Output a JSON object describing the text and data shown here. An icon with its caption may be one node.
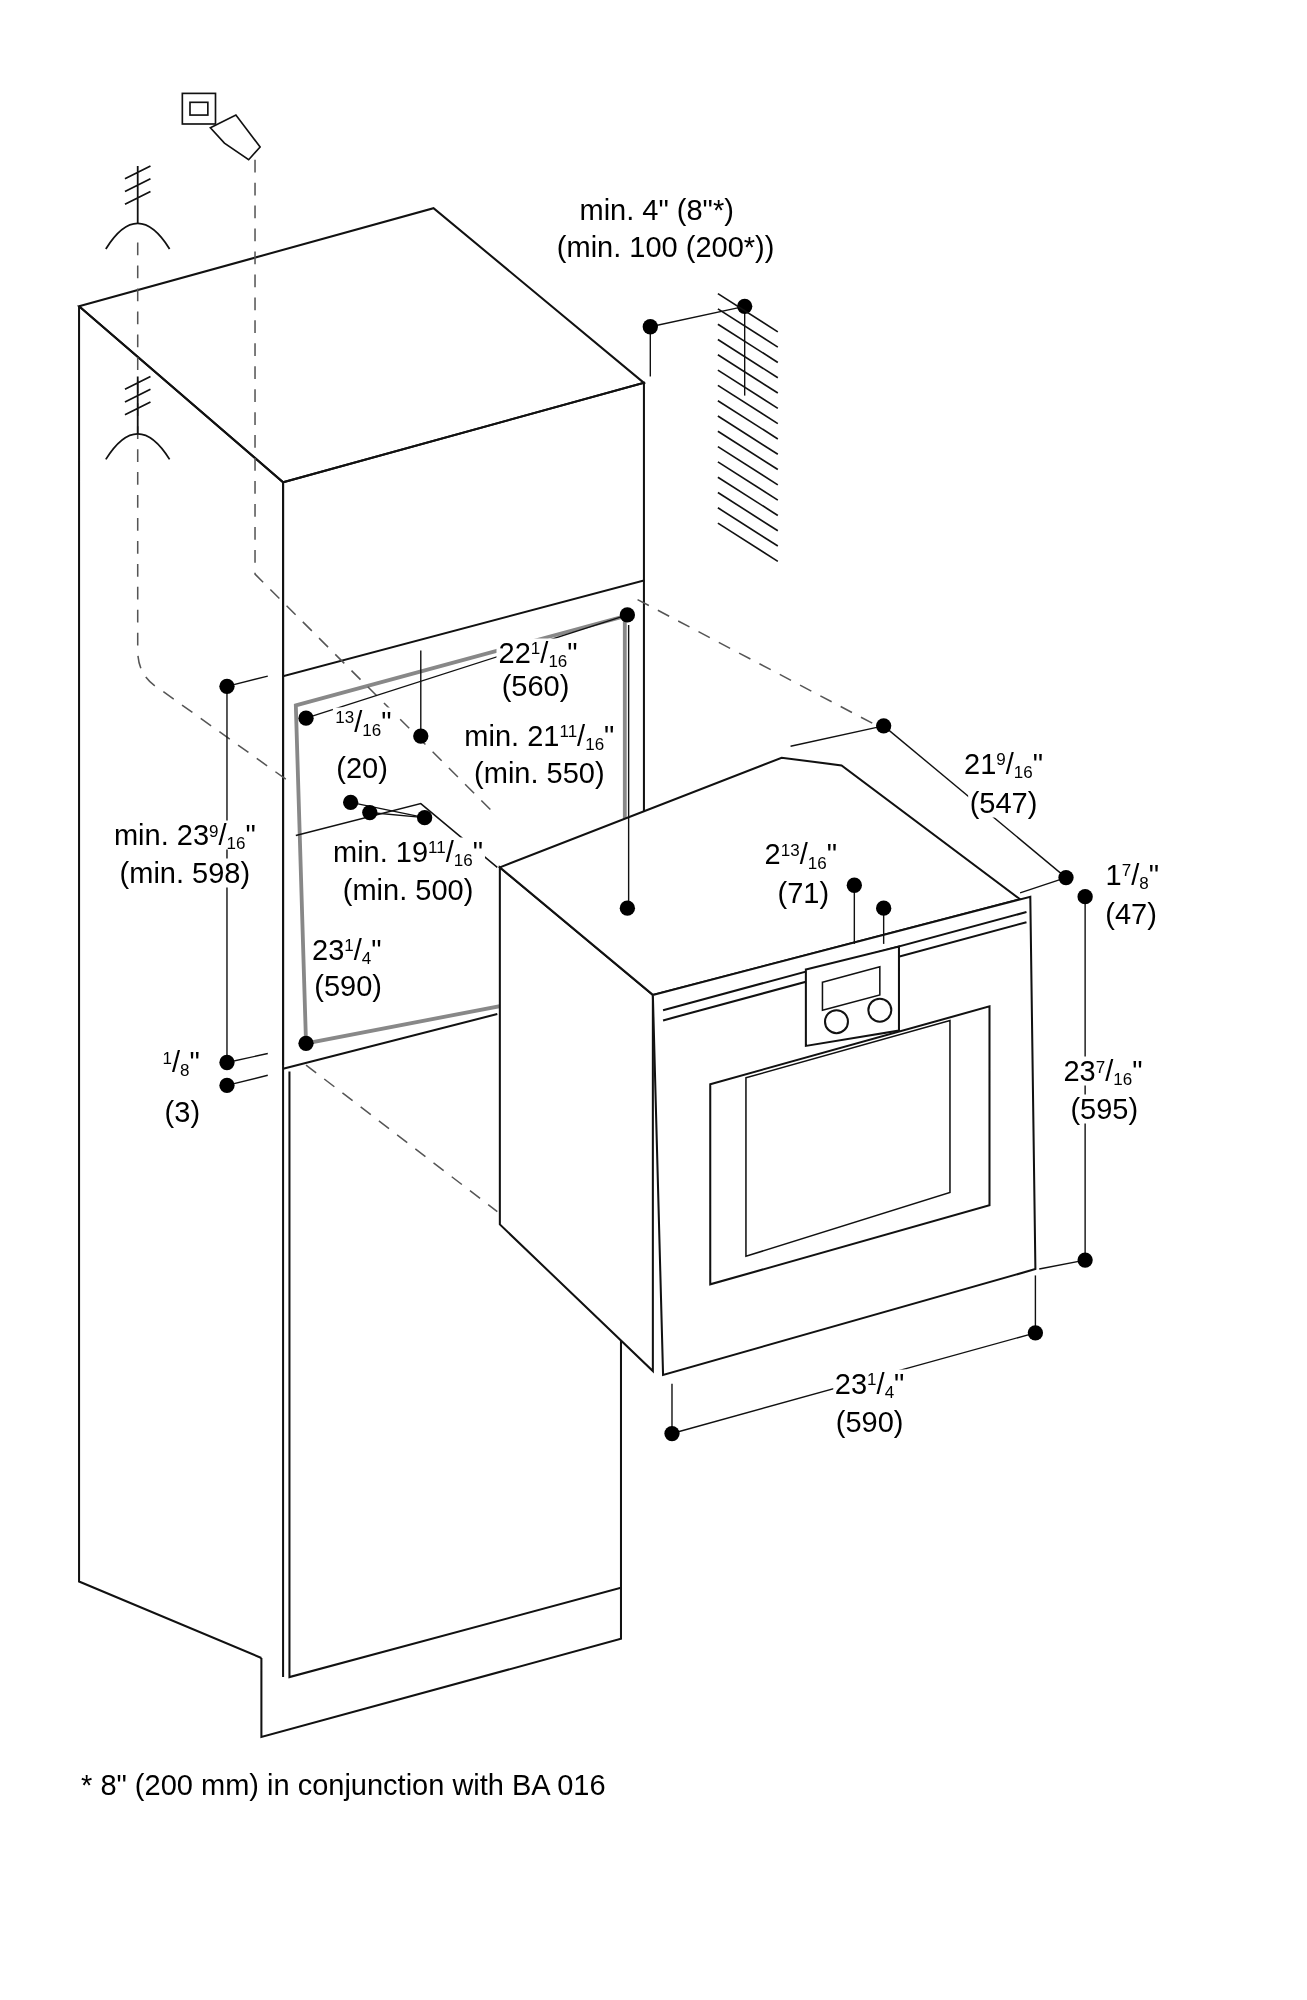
{
  "diagram": {
    "labels": [
      "min. 4\" (8\"*)",
      "(min. 100 (200*))",
      "22$^{1}$/$_{16}$\"",
      "(560)",
      "$^{13}$/$_{16}$\"",
      "min. 21$^{11}$/$_{16}$\"",
      "(20)",
      "(min. 550)",
      "21$^{9}$/$_{16}$\"",
      "(547)",
      "min. 23$^{9}$/$_{16}$\"",
      "min. 19$^{11}$/$_{16}$\"",
      "2$^{13}$/$_{16}$\"",
      "(min. 598)",
      "(min. 500)",
      "(71)",
      "1$^{7}$/$_{8}$\"",
      "(47)",
      "23$^{1}$/$_{4}$\"",
      "(590)",
      "$^{1}$/$_{8}$\"",
      "(3)",
      "23$^{7}$/$_{16}$\"",
      "(595)",
      "23$^{1}$/$_{4}$\"",
      "(590)",
      "* 8\" (200 mm) in conjunction with BA 016"
    ]
  }
}
